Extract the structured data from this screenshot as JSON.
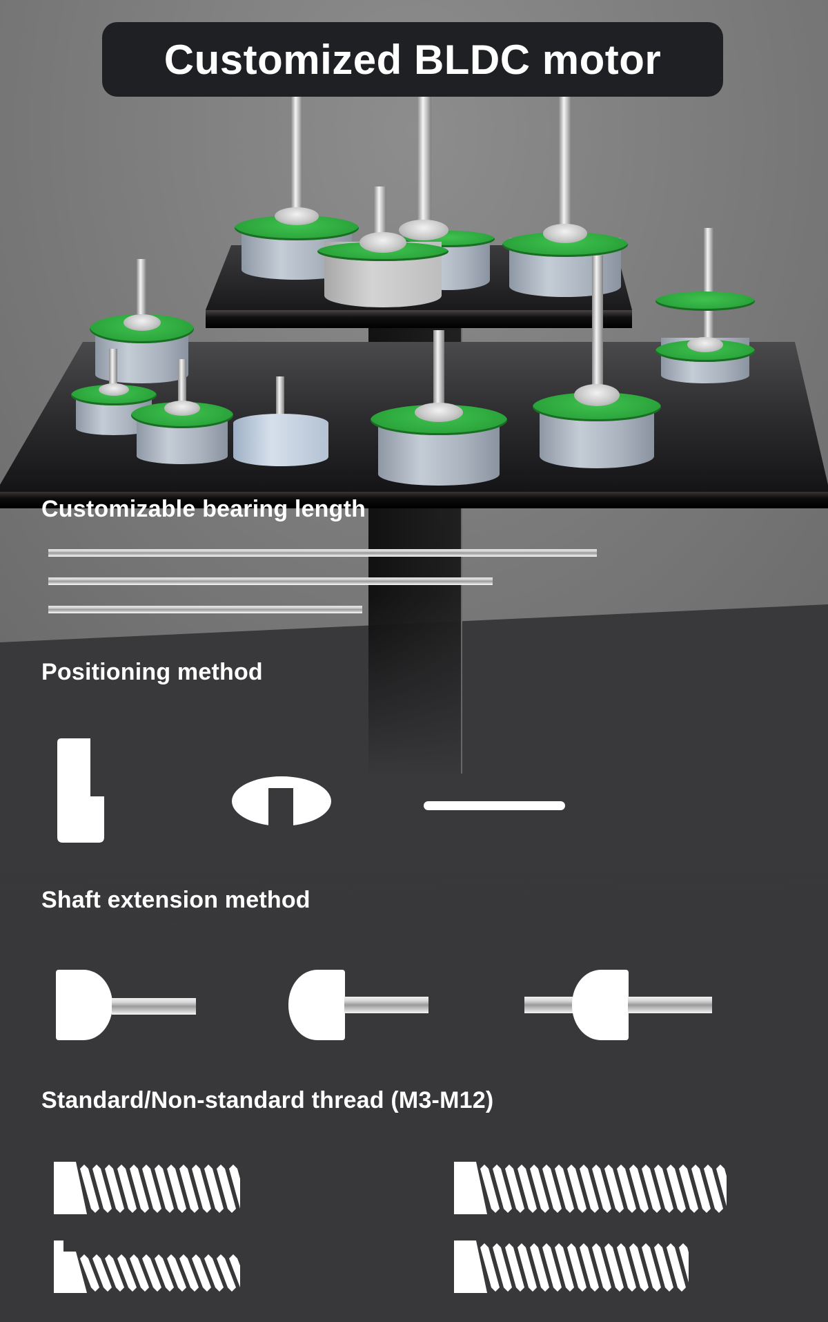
{
  "title": "Customized BLDC motor",
  "sections": {
    "bearing": {
      "title": "Customizable bearing length",
      "rods": [
        {
          "name": "long",
          "relative_length": 1.0
        },
        {
          "name": "medium",
          "relative_length": 0.81
        },
        {
          "name": "short",
          "relative_length": 0.57
        }
      ]
    },
    "positioning": {
      "title": "Positioning method",
      "icons": [
        "notched-block-icon",
        "d-flat-ellipse-icon",
        "flat-key-bar-icon"
      ]
    },
    "shaft_extension": {
      "title": "Shaft extension method",
      "icons": [
        "single-side-shaft-right-icon",
        "single-side-shaft-left-flange-icon",
        "double-side-shaft-icon"
      ]
    },
    "thread": {
      "title": "Standard/Non-standard thread (M3-M12)",
      "icons": [
        "short-thread-icon",
        "long-thread-icon",
        "short-stepped-thread-icon",
        "medium-thread-icon"
      ]
    }
  },
  "colors": {
    "banner_bg": "#1f2024",
    "page_bg": "#38383a",
    "pcb_green": "#2aa33a",
    "text": "#ffffff"
  }
}
